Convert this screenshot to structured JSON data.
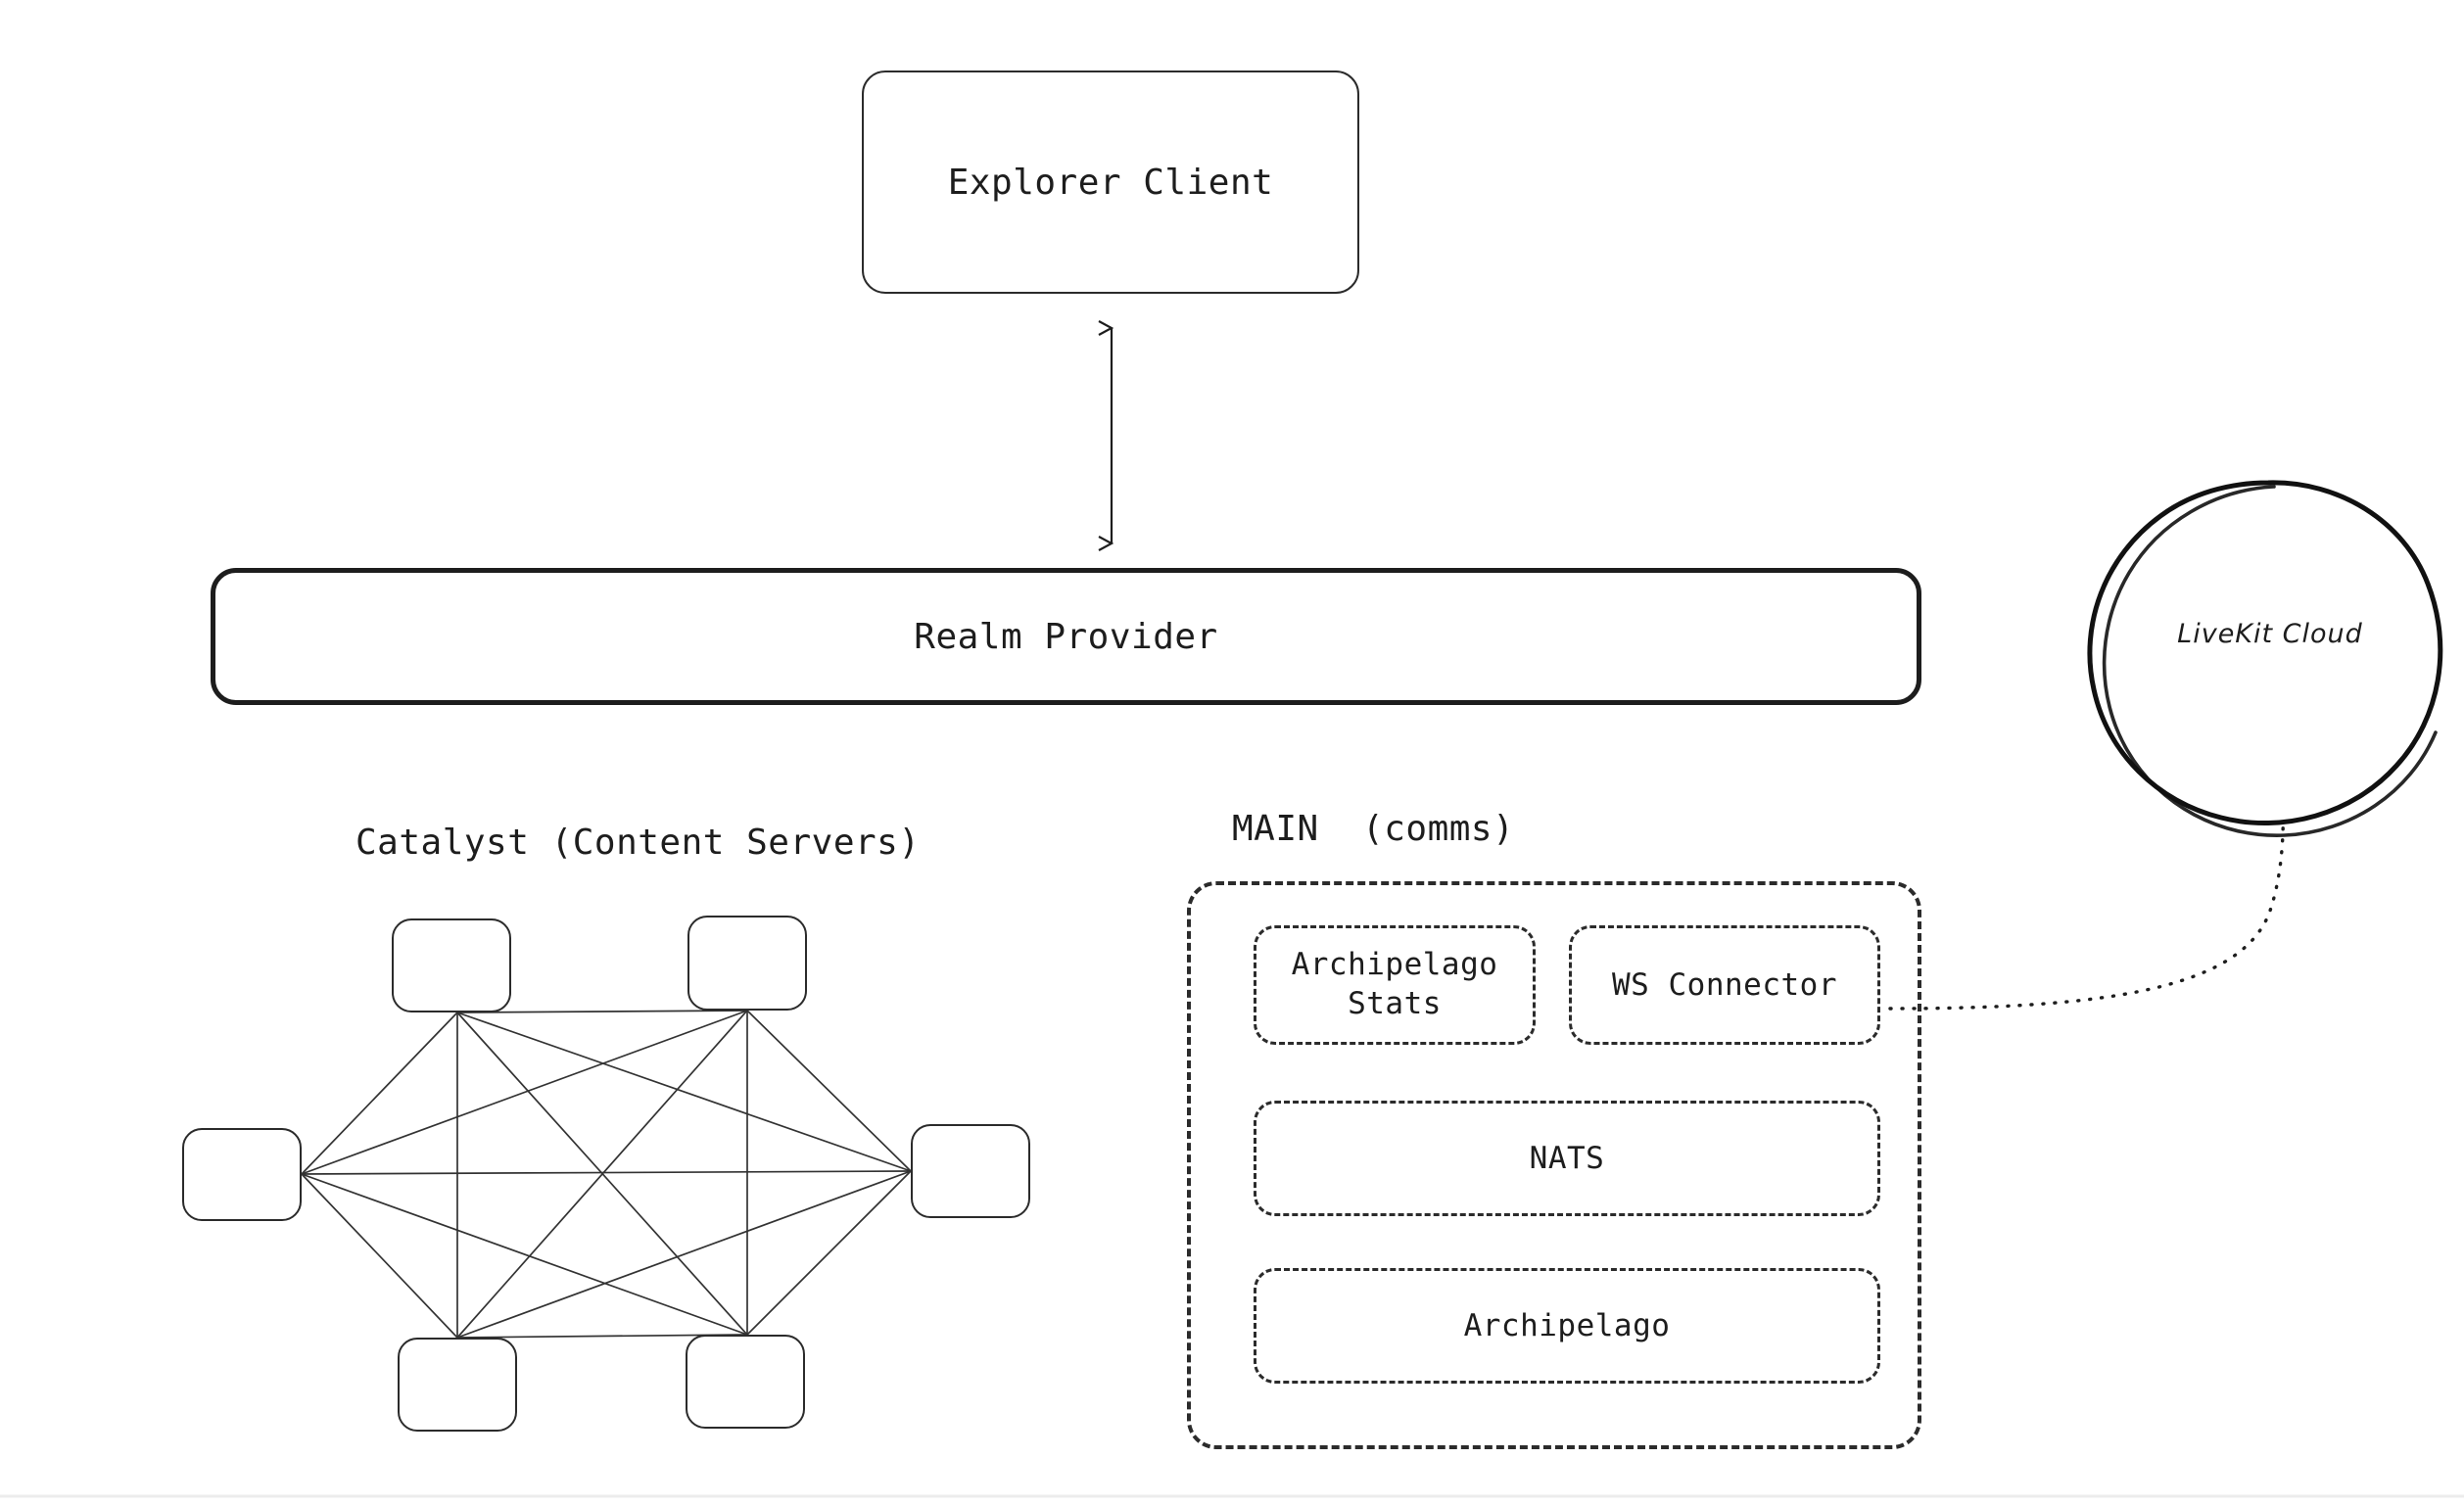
{
  "diagram": {
    "title_implicit": "",
    "background_color": "#ffffff",
    "stroke_color": "#2b2b2b",
    "text_color": "#1d1d1d"
  },
  "nodes": {
    "explorer_client": {
      "label": "Explorer Client",
      "shape": "rounded-rect",
      "border": "solid"
    },
    "realm_provider": {
      "label": "Realm Provider",
      "shape": "rounded-rect-wide",
      "border": "solid-thick"
    },
    "livekit_cloud": {
      "label": "LiveKit Cloud",
      "shape": "circle",
      "border": "hand-drawn"
    }
  },
  "catalyst": {
    "title": "Catalyst (Content Servers)",
    "topology": "full-mesh",
    "server_count": 6,
    "servers": [
      {
        "id": "catalyst-node-1",
        "label": ""
      },
      {
        "id": "catalyst-node-2",
        "label": ""
      },
      {
        "id": "catalyst-node-3",
        "label": ""
      },
      {
        "id": "catalyst-node-4",
        "label": ""
      },
      {
        "id": "catalyst-node-5",
        "label": ""
      },
      {
        "id": "catalyst-node-6",
        "label": ""
      }
    ]
  },
  "main_group": {
    "title": "MAIN  (comms)",
    "border": "dashed",
    "components": [
      {
        "id": "archipelago-stats",
        "label": "Archipelago\nStats",
        "line1": "Archipelago",
        "line2": "Stats"
      },
      {
        "id": "ws-connector",
        "label": "WS Connector"
      },
      {
        "id": "nats",
        "label": "NATS"
      },
      {
        "id": "archipelago",
        "label": "Archipelago"
      }
    ]
  },
  "connections": [
    {
      "id": "explorer-to-realm",
      "from": "explorer_client",
      "to": "realm_provider",
      "style": "solid",
      "arrow": "bidirectional"
    },
    {
      "id": "ws-connector-to-livekit",
      "from": "ws-connector",
      "to": "livekit_cloud",
      "style": "dotted",
      "arrow": "none"
    },
    {
      "id": "catalyst-mesh",
      "from": "catalyst-servers",
      "to": "catalyst-servers",
      "style": "solid",
      "arrow": "none"
    }
  ]
}
